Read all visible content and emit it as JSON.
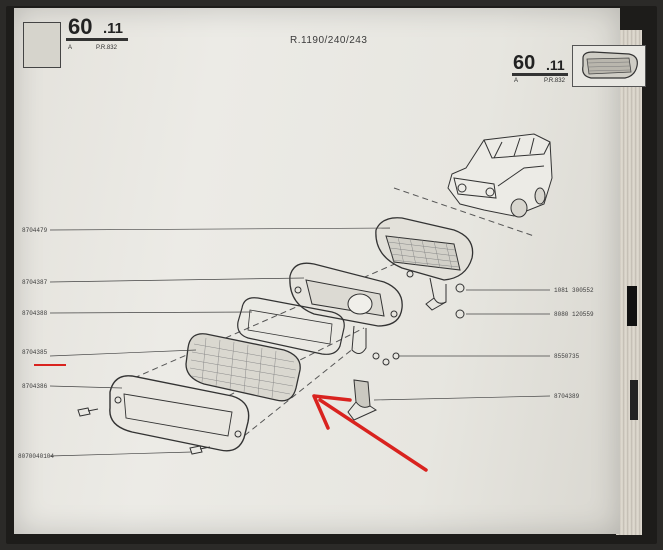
{
  "header": {
    "section_number": "60",
    "section_sub": ".11",
    "mark": "A",
    "pr_code": "P.R.832",
    "reference": "R.1190/240/243"
  },
  "parts": [
    {
      "ref": "8704479"
    },
    {
      "ref": "8704387"
    },
    {
      "ref": "8704388"
    },
    {
      "ref": "8704385"
    },
    {
      "ref": "8704386"
    },
    {
      "ref": "8070040104"
    },
    {
      "ref": "1081 300552"
    },
    {
      "ref": "8080 120559"
    },
    {
      "ref": "8550735"
    },
    {
      "ref": "8704389"
    }
  ],
  "colors": {
    "paper": "#e9e8e3",
    "ink": "#2e2e2e",
    "annotation": "#d9231f"
  },
  "icons": {
    "highlight_arrow": "red-arrow-icon",
    "underline": "red-underline"
  }
}
